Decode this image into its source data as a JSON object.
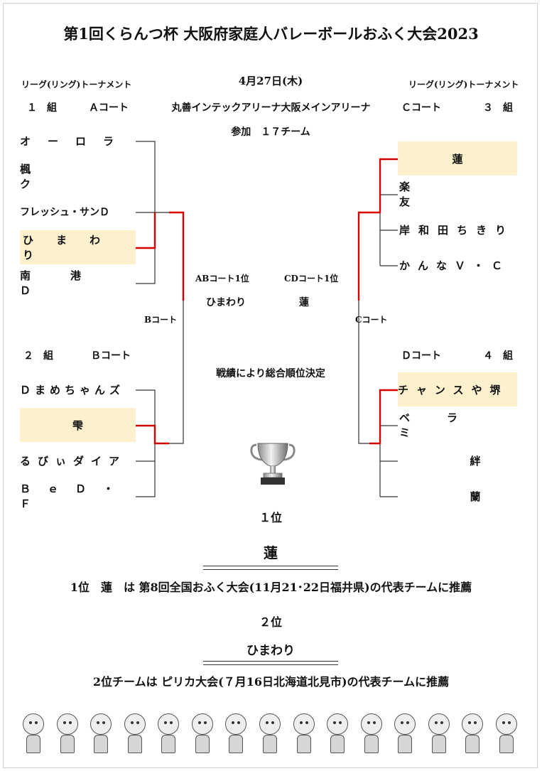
{
  "title": "第1回くらんつ杯 大阪府家庭人バレーボールおふく大会2023",
  "date": "4月27日(木)",
  "venue": "丸善インテックアリーナ大阪メインアリーナ",
  "participants": "参加　１７チーム",
  "format_left": "リーグ(リング)トーナメント",
  "format_right": "リーグ(リング)トーナメント",
  "group1": {
    "num": "１　組",
    "court": "Ａコート",
    "teams": [
      "オーロラ",
      "楓ク",
      "フレッシュ・サンＤ",
      "ひまわり",
      "南港Ｄ"
    ]
  },
  "group3": {
    "num": "３　組",
    "court": "Ｃコート",
    "teams": [
      "蓮",
      "楽友",
      "岸和田ちきり",
      "かんなＶ・Ｃ"
    ]
  },
  "group2": {
    "num": "２　組",
    "court": "Ｂコート",
    "teams": [
      "Ｄまめちゃんズ",
      "雫",
      "るびぃダイア",
      "ＢｅＤ・Ｆ"
    ]
  },
  "group4": {
    "num": "４　組",
    "court": "Ｄコート",
    "teams": [
      "チャンスや堺",
      "ベラミ",
      "絆",
      "蘭"
    ]
  },
  "final": {
    "ab_label": "ABコート1位",
    "ab_team": "ひまわり",
    "cd_label": "CDコート1位",
    "cd_team": "蓮",
    "left_court": "Bコート",
    "right_court": "Cコート",
    "decision": "戦績により総合順位決定"
  },
  "results": {
    "first_label": "１位",
    "first_team": "蓮",
    "first_note": "1位　蓮　は 第8回全国おふく大会(11月21･22日福井県)の代表チームに推薦",
    "second_label": "２位",
    "second_team": "ひまわり",
    "second_note": "2位チームは ピリカ大会(７月16日北海道北見市)の代表チームに推薦"
  },
  "colors": {
    "highlight": "#fdf0cc",
    "winner_line": "#d40000",
    "line": "#333333"
  },
  "icons": [
    "trophy-icon",
    "mascot-illustration"
  ]
}
